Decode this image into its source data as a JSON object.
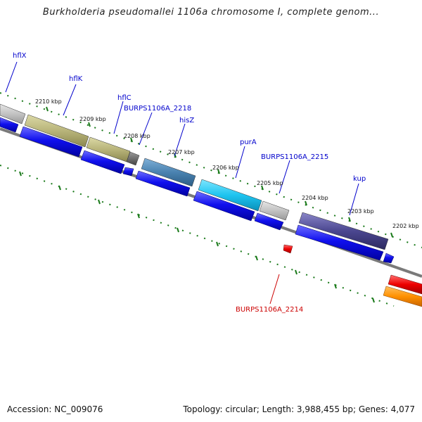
{
  "title": "Burkholderia pseudomallei 1106a chromosome I, complete genom...",
  "footer": {
    "accession": "Accession: NC_009076",
    "summary": "Topology: circular; Length: 3,988,455 bp; Genes: 4,077"
  },
  "ticks": [
    "2210 kbp",
    "2209 kbp",
    "2208 kbp",
    "2207 kbp",
    "2206 kbp",
    "2205 kbp",
    "2204 kbp",
    "2203 kbp",
    "2202 kbp"
  ],
  "genes": [
    {
      "name": "hflX",
      "color": "#0000cc"
    },
    {
      "name": "hflK",
      "color": "#0000cc"
    },
    {
      "name": "hflC",
      "color": "#0000cc"
    },
    {
      "name": "BURPS1106A_2218",
      "color": "#0000cc"
    },
    {
      "name": "hisZ",
      "color": "#0000cc"
    },
    {
      "name": "purA",
      "color": "#0000cc"
    },
    {
      "name": "BURPS1106A_2215",
      "color": "#0000cc"
    },
    {
      "name": "kup",
      "color": "#0000cc"
    },
    {
      "name": "BURPS1106A_2214",
      "color": "#cc0000"
    }
  ]
}
